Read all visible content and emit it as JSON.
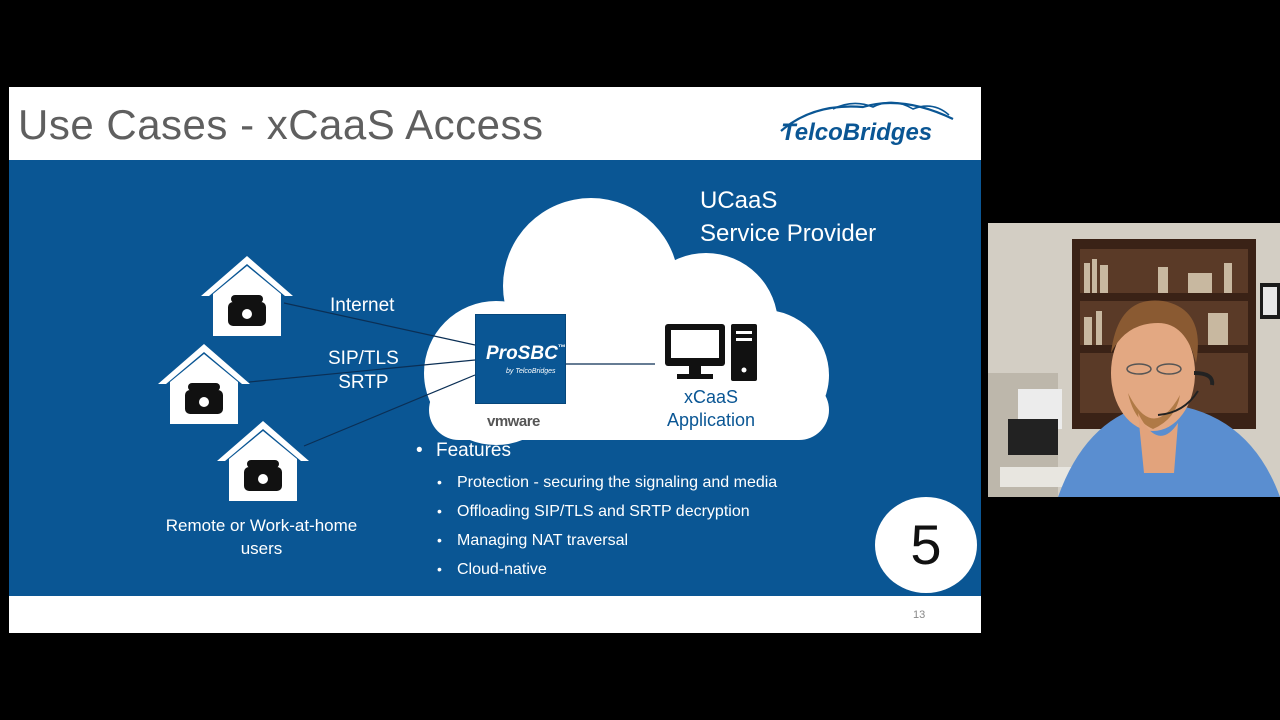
{
  "slide": {
    "title": "Use Cases - xCaaS Access",
    "logo_text": "TelcoBridges",
    "page_number": "13",
    "step_number": "5"
  },
  "diagram": {
    "internet_label": "Internet",
    "protocol_label_line1": "SIP/TLS",
    "protocol_label_line2": "SRTP",
    "remote_users_label": "Remote or Work-at-home users",
    "cloud_title_line1": "UCaaS",
    "cloud_title_line2": "Service Provider",
    "prosbc_name": "ProSBC",
    "prosbc_tm": "™",
    "prosbc_by": "by TelcoBridges",
    "vmware_label": "vmware",
    "app_label_line1": "xCaaS",
    "app_label_line2": "Application"
  },
  "features": {
    "heading": "Features",
    "items": [
      "Protection - securing the signaling and media",
      "Offloading SIP/TLS and SRTP decryption",
      "Managing NAT traversal",
      "Cloud-native"
    ]
  },
  "colors": {
    "slide_blue": "#0a5694",
    "title_grey": "#5f5f5f",
    "background": "#000000"
  }
}
